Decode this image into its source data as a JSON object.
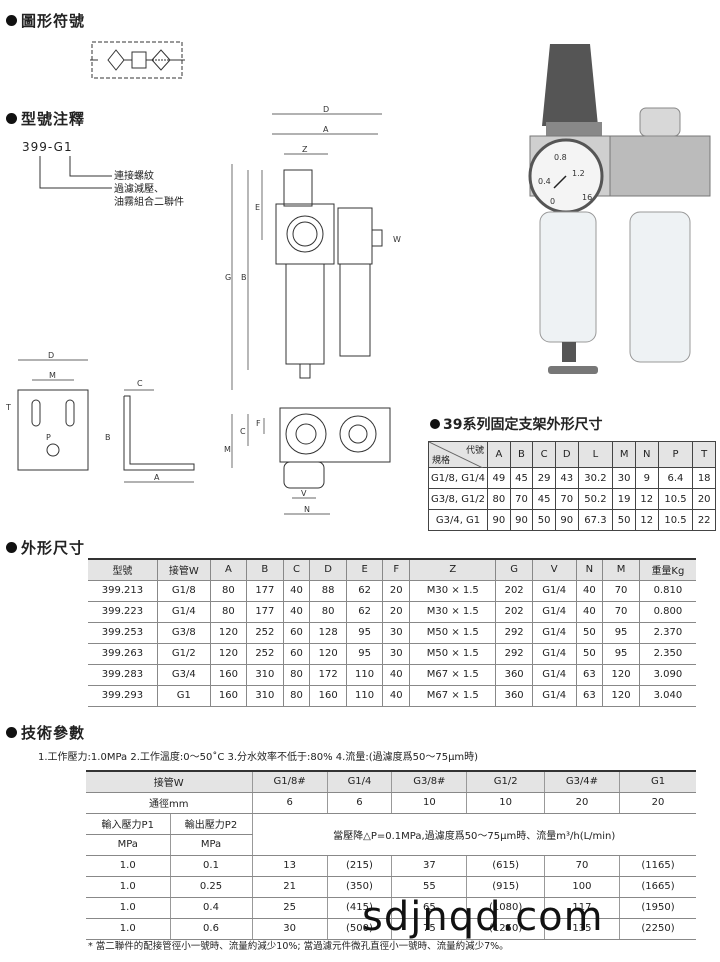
{
  "sections": {
    "symbol": "圖形符號",
    "model_note": "型號注釋",
    "outline": "外形尺寸",
    "tech": "技術參數"
  },
  "model_code": {
    "code": "399-G1",
    "notes": [
      "連接螺紋",
      "過濾減壓、",
      "油霧組合二聯件"
    ]
  },
  "drawing_labels": {
    "D": "D",
    "A": "A",
    "Z": "Z",
    "E": "E",
    "G": "G",
    "B": "B",
    "W": "W",
    "C": "C",
    "F": "F",
    "M": "M",
    "V": "V",
    "N": "N",
    "T": "T",
    "P": "P"
  },
  "gauge_numbers": [
    "0.8",
    "0.4",
    "1.2",
    "16",
    "0"
  ],
  "bracket_table": {
    "title": "39系列固定支架外形尺寸",
    "header_code": "代號",
    "header_spec": "規格",
    "columns": [
      "A",
      "B",
      "C",
      "D",
      "L",
      "M",
      "N",
      "P",
      "T"
    ],
    "rows": [
      {
        "spec": "G1/8, G1/4",
        "values": [
          "49",
          "45",
          "29",
          "43",
          "30.2",
          "30",
          "9",
          "6.4",
          "18"
        ]
      },
      {
        "spec": "G3/8, G1/2",
        "values": [
          "80",
          "70",
          "45",
          "70",
          "50.2",
          "19",
          "12",
          "10.5",
          "20"
        ]
      },
      {
        "spec": "G3/4, G1",
        "values": [
          "90",
          "90",
          "50",
          "90",
          "67.3",
          "50",
          "12",
          "10.5",
          "22"
        ]
      }
    ]
  },
  "outline_table": {
    "headers": [
      "型號",
      "接管W",
      "A",
      "B",
      "C",
      "D",
      "E",
      "F",
      "Z",
      "G",
      "V",
      "N",
      "M",
      "重量Kg"
    ],
    "rows": [
      [
        "399.213",
        "G1/8",
        "80",
        "177",
        "40",
        "88",
        "62",
        "20",
        "M30 × 1.5",
        "202",
        "G1/4",
        "40",
        "70",
        "0.810"
      ],
      [
        "399.223",
        "G1/4",
        "80",
        "177",
        "40",
        "80",
        "62",
        "20",
        "M30 × 1.5",
        "202",
        "G1/4",
        "40",
        "70",
        "0.800"
      ],
      [
        "399.253",
        "G3/8",
        "120",
        "252",
        "60",
        "128",
        "95",
        "30",
        "M50 × 1.5",
        "292",
        "G1/4",
        "50",
        "95",
        "2.370"
      ],
      [
        "399.263",
        "G1/2",
        "120",
        "252",
        "60",
        "120",
        "95",
        "30",
        "M50 × 1.5",
        "292",
        "G1/4",
        "50",
        "95",
        "2.350"
      ],
      [
        "399.283",
        "G3/4",
        "160",
        "310",
        "80",
        "172",
        "110",
        "40",
        "M67 × 1.5",
        "360",
        "G1/4",
        "63",
        "120",
        "3.090"
      ],
      [
        "399.293",
        "G1",
        "160",
        "310",
        "80",
        "160",
        "110",
        "40",
        "M67 × 1.5",
        "360",
        "G1/4",
        "63",
        "120",
        "3.040"
      ]
    ]
  },
  "tech": {
    "intro": "1.工作壓力:1.0MPa 2.工作溫度:0～50˚C 3.分水效率不低于:80% 4.流量:(過濾度爲50～75µm時)",
    "row1_label": "接管W",
    "row1_values": [
      "G1/8#",
      "G1/4",
      "G3/8#",
      "G1/2",
      "G3/4#",
      "G1"
    ],
    "row2_label": "通徑mm",
    "row2_values": [
      "6",
      "6",
      "10",
      "10",
      "20",
      "20"
    ],
    "p1_label": "輸入壓力P1",
    "p2_label": "輸出壓力P2",
    "unit": "MPa",
    "flow_note": "當壓降△P=0.1MPa,過濾度爲50～75µm時、流量m³/h(L/min)",
    "rows": [
      [
        "1.0",
        "0.1",
        "13",
        "(215)",
        "37",
        "(615)",
        "70",
        "(1165)"
      ],
      [
        "1.0",
        "0.25",
        "21",
        "(350)",
        "55",
        "(915)",
        "100",
        "(1665)"
      ],
      [
        "1.0",
        "0.4",
        "25",
        "(415)",
        "65",
        "(1080)",
        "117",
        "(1950)"
      ],
      [
        "1.0",
        "0.6",
        "30",
        "(500)",
        "75",
        "(1250)",
        "135",
        "(2250)"
      ]
    ],
    "footnote": "* 當二聯件的配接管徑小一號時、流量約減少10%; 當過濾元件微孔直徑小一號時、流量約減少7%。"
  },
  "watermark": "sdjnqd.com"
}
